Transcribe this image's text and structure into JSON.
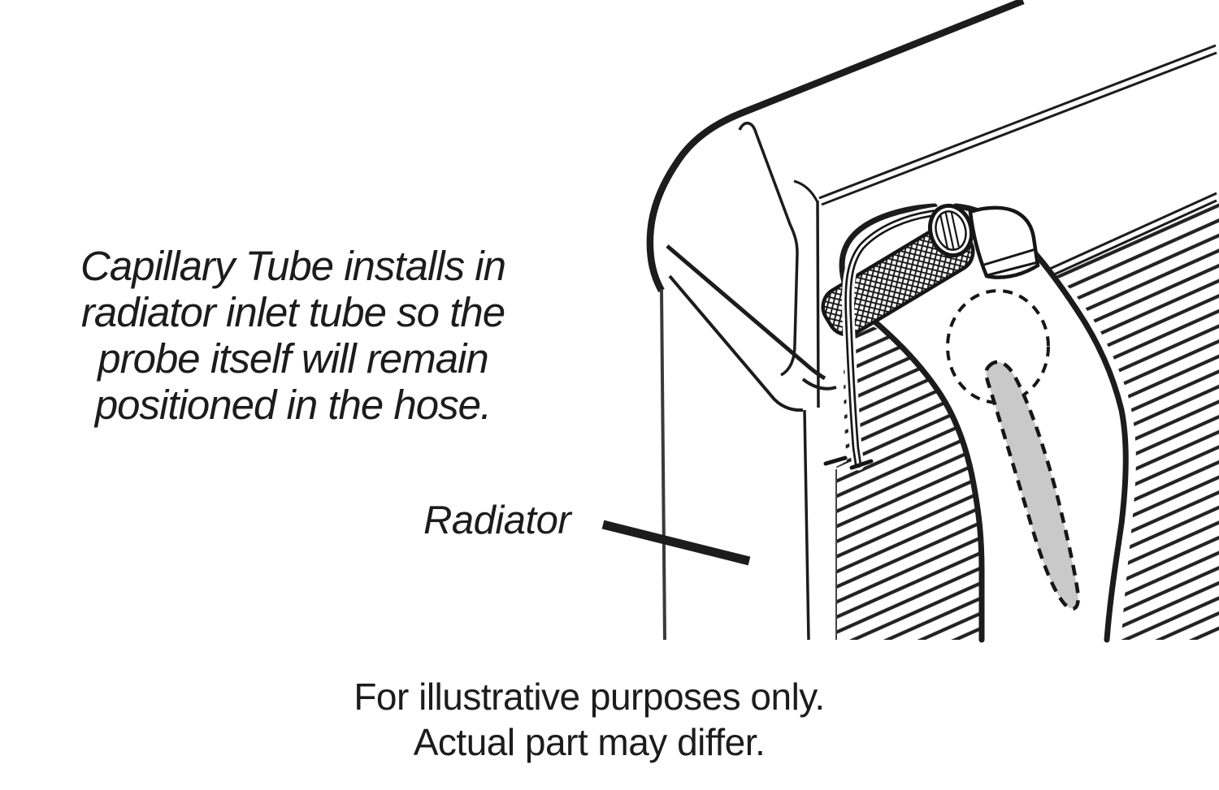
{
  "page": {
    "background_color": "#ffffff",
    "ink_color": "#1c1c1c",
    "probe_fill_color": "#c9c9c9"
  },
  "caption": {
    "line1": "Capillary Tube installs in",
    "line2": "radiator inlet tube so the",
    "line3": "probe itself will remain",
    "line4": "positioned in the hose."
  },
  "radiator_label": {
    "text": "Radiator"
  },
  "footnote": {
    "line1": "For illustrative purposes only.",
    "line2": "Actual part may differ."
  }
}
